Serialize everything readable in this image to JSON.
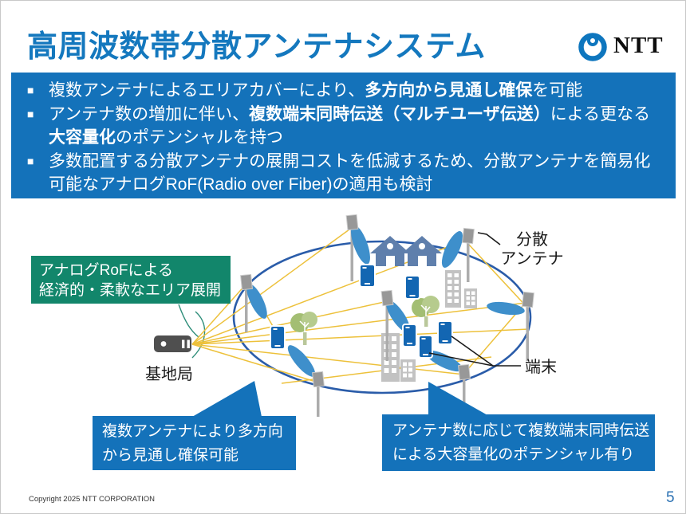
{
  "slide": {
    "title": "高周波数帯分散アンテナシステム",
    "copyright": "Copyright 2025 NTT CORPORATION",
    "page_number": "5"
  },
  "logo": {
    "text": "NTT"
  },
  "icons": {
    "bullet": "■",
    "logo_mark": "ntt-dynamic-loop-icon"
  },
  "colors": {
    "title_blue": "#1478BE",
    "panel_blue": "#1472BA",
    "rof_green": "#12866B",
    "coverage_ellipse_blue": "#2A5CA9",
    "link_yellow": "#EDC13B",
    "beam_blue": "#3E8FCB",
    "page_number_blue": "#2E73B4"
  },
  "bullets": [
    {
      "segments": [
        {
          "text": "複数アンテナによるエリアカバーにより、",
          "bold": false
        },
        {
          "text": "多方向から見通し確保",
          "bold": true
        },
        {
          "text": "を可能",
          "bold": false
        }
      ]
    },
    {
      "segments": [
        {
          "text": "アンテナ数の増加に伴い、",
          "bold": false
        },
        {
          "text": "複数端末同時伝送（マルチユーザ伝送）",
          "bold": true
        },
        {
          "text": "による更なる",
          "bold": false
        },
        {
          "text": "大容量化",
          "bold": true
        },
        {
          "text": "のポテンシャルを持つ",
          "bold": false
        }
      ]
    },
    {
      "segments": [
        {
          "text": "多数配置する分散アンテナの展開コストを低減するため、分散アンテナを簡易化可能なアナログRoF(Radio over Fiber)の適用も検討",
          "bold": false
        }
      ]
    }
  ],
  "diagram": {
    "green_box": "アナログRoFによる\n経済的・柔軟なエリア展開",
    "base_station_label": "基地局",
    "antenna_label": "分散\nアンテナ",
    "terminal_label": "端末",
    "callout_left": "複数アンテナにより多方向\nから見通し確保可能",
    "callout_right": "アンテナ数に応じて複数端末同時伝送\nによる大容量化のポテンシャル有り"
  }
}
